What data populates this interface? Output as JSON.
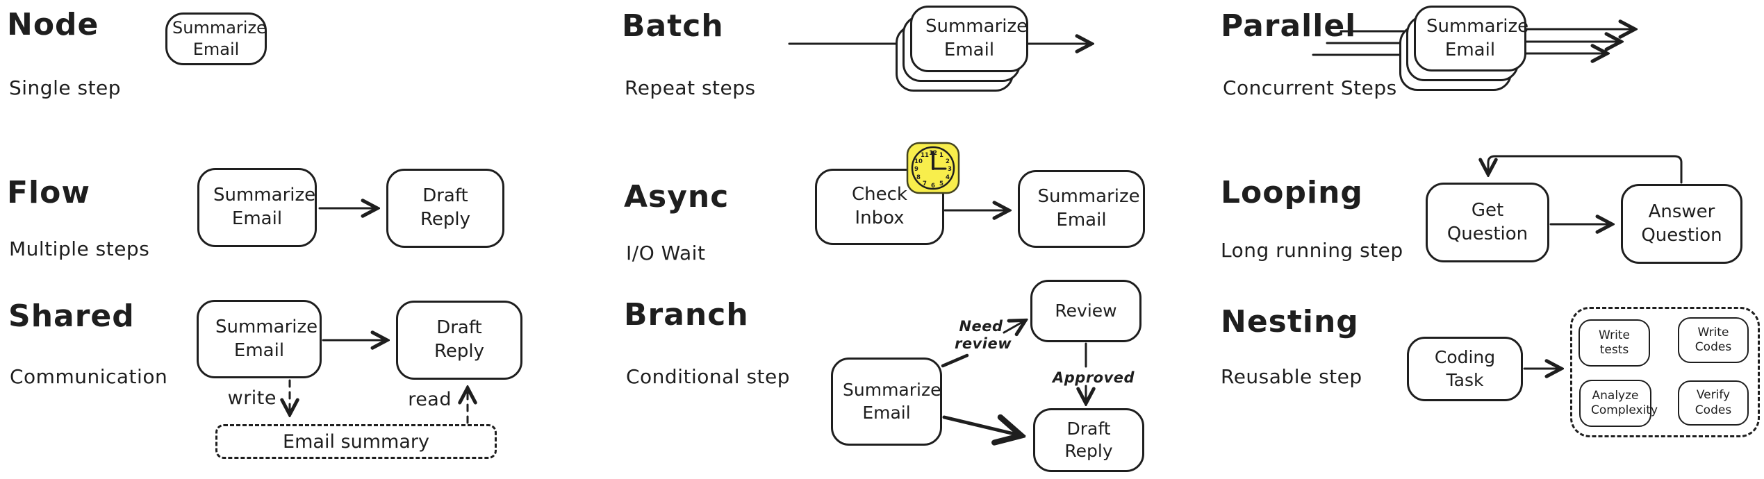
{
  "colors": {
    "background": "#ffffff",
    "stroke": "#1e1e1e",
    "clock_fill": "#f8ee4c"
  },
  "panels": {
    "node": {
      "title": "Node",
      "subtitle": "Single step",
      "box1": "Summarize Email"
    },
    "batch": {
      "title": "Batch",
      "subtitle": "Repeat steps",
      "box1": "Summarize Email"
    },
    "parallel": {
      "title": "Parallel",
      "subtitle": "Concurrent Steps",
      "box1": "Summarize Email"
    },
    "flow": {
      "title": "Flow",
      "subtitle": "Multiple steps",
      "box1": "Summarize Email",
      "box2": "Draft Reply"
    },
    "async": {
      "title": "Async",
      "subtitle": "I/O Wait",
      "box1": "Check Inbox",
      "box2": "Summarize Email",
      "clock_numerals": [
        "12",
        "1",
        "2",
        "3",
        "4",
        "5",
        "6",
        "7",
        "8",
        "9",
        "10",
        "11"
      ]
    },
    "looping": {
      "title": "Looping",
      "subtitle": "Long running step",
      "box1": "Get Question",
      "box2": "Answer Question"
    },
    "shared": {
      "title": "Shared",
      "subtitle": "Communication",
      "box1": "Summarize Email",
      "box2": "Draft Reply",
      "store": "Email summary",
      "write_label": "write",
      "read_label": "read"
    },
    "branch": {
      "title": "Branch",
      "subtitle": "Conditional step",
      "box1": "Summarize Email",
      "box2": "Review",
      "box3": "Draft Reply",
      "edge1_label": "Need review",
      "edge2_label": "Approved"
    },
    "nesting": {
      "title": "Nesting",
      "subtitle": "Reusable step",
      "box1": "Coding Task",
      "sub_boxes": [
        "Write tests",
        "Write Codes",
        "Verify Codes",
        "Analyze Complexity"
      ]
    }
  }
}
